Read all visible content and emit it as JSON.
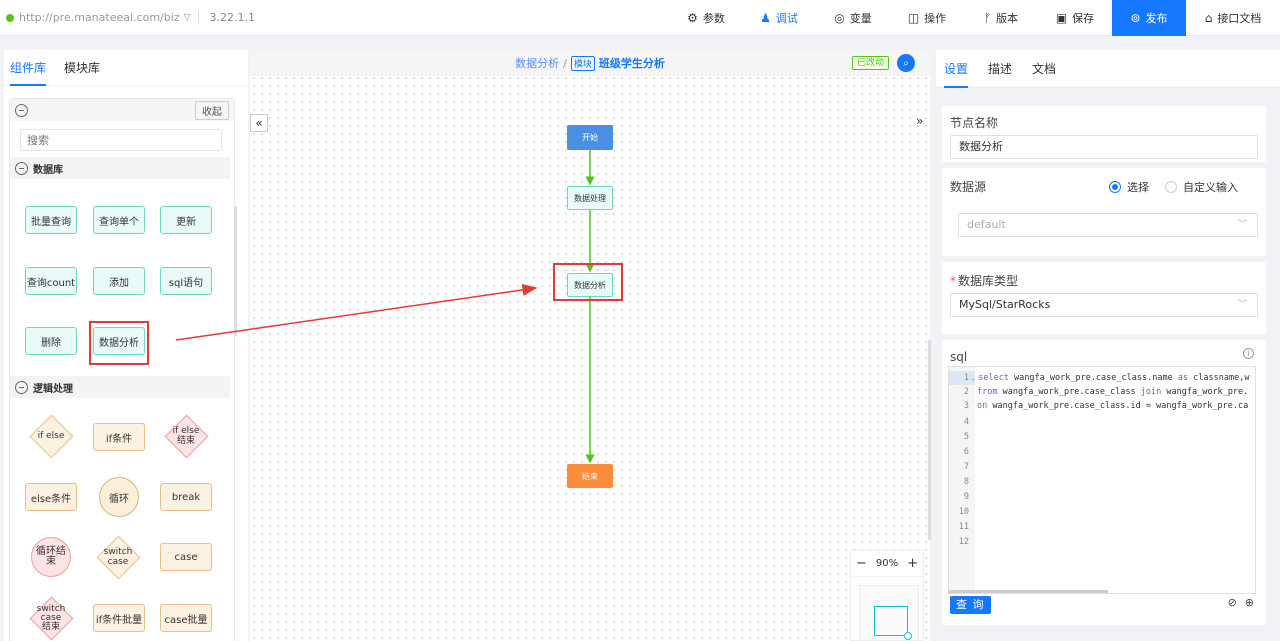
{
  "topbar": {
    "url": "http://pre.manateeai.com/biz",
    "version": "3.22.1.1",
    "menu": [
      {
        "label": "参数",
        "icon": "gear-icon",
        "glyph": "⚙"
      },
      {
        "label": "调试",
        "icon": "debug-icon",
        "glyph": "♟"
      },
      {
        "label": "变量",
        "icon": "target-icon",
        "glyph": "◎"
      },
      {
        "label": "操作",
        "icon": "panel-icon",
        "glyph": "◫"
      },
      {
        "label": "版本",
        "icon": "branch-icon",
        "glyph": "ᚠ"
      },
      {
        "label": "保存",
        "icon": "save-icon",
        "glyph": "▣"
      },
      {
        "label": "发布",
        "icon": "publish-icon",
        "glyph": "⊚"
      },
      {
        "label": "接口文档",
        "icon": "api-doc-icon",
        "glyph": "⌂"
      }
    ]
  },
  "left": {
    "tabs": [
      "组件库",
      "模块库"
    ],
    "collapse": "收起",
    "search_placeholder": "搜索",
    "sections": {
      "database": "数据库",
      "logic": "逻辑处理"
    },
    "db_components": [
      "批量查询",
      "查询单个",
      "更新",
      "查询count",
      "添加",
      "sql语句",
      "删除",
      "数据分析"
    ],
    "logic_components": {
      "if_else": "if else",
      "if_cond": "if条件",
      "if_else_end": "if else\n结束",
      "else_cond": "else条件",
      "loop": "循环",
      "break": "break",
      "loop_end": "循环结\n束",
      "switch_case": "switch\ncase",
      "case": "case",
      "switch_case_end": "switch\ncase\n结束",
      "if_batch": "if条件批量",
      "case_batch": "case批量"
    }
  },
  "canvas": {
    "crumb": "数据分析",
    "crumb_sep": "/",
    "module_tag": "模块",
    "title": "班级学生分析",
    "changed": "已改动",
    "collapse_left": "«",
    "collapse_right": "»",
    "nodes": {
      "start": "开始",
      "process": "数据处理",
      "analysis": "数据分析",
      "end": "结束"
    },
    "zoom": "90%"
  },
  "right": {
    "tabs": [
      "设置",
      "描述",
      "文档"
    ],
    "node_name_label": "节点名称",
    "node_name_value": "数据分析",
    "datasource_label": "数据源",
    "datasource_options": [
      "选择",
      "自定义输入"
    ],
    "datasource_value": "default",
    "db_type_label": "数据库类型",
    "db_type_value": "MySql/StarRocks",
    "sql_label": "sql",
    "sql_lines": [
      "select wangfa_work_pre.case_class.name as classname,w",
      "from wangfa_work_pre.case_class join wangfa_work_pre.",
      "on wangfa_work_pre.case_class.id = wangfa_work_pre.ca",
      "",
      "",
      "",
      "",
      "",
      "",
      "",
      "",
      ""
    ],
    "query_button": "查 询"
  },
  "colors": {
    "primary": "#1677ff",
    "annotation_red": "#e53935",
    "flow_green": "#52c41a"
  }
}
